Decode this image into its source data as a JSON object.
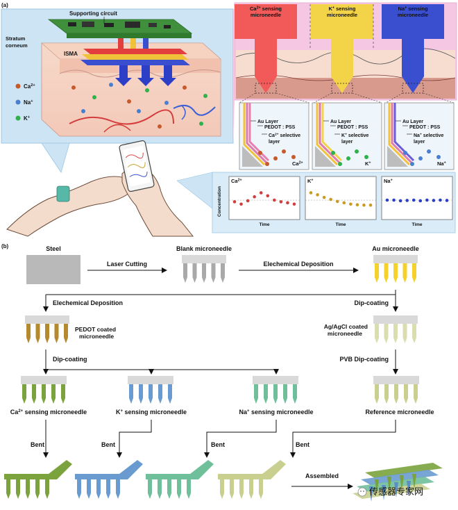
{
  "panel_a": {
    "label": "(a)",
    "skin": {
      "supporting_circuit": "Supporting circuit",
      "stratum": "Stratum",
      "corneum": "corneum",
      "isma": "ISMA",
      "ion_legend": [
        {
          "base": "Ca",
          "sup": "2+",
          "color": "#c85a2a"
        },
        {
          "base": "Na",
          "sup": "+",
          "color": "#4a7fd0"
        },
        {
          "base": "K",
          "sup": "+",
          "color": "#2fb24a"
        }
      ]
    },
    "needles": [
      {
        "base": "Ca",
        "sup": "2+",
        "line2": "sensing",
        "line3": "microneedle",
        "color": "#f25a5a"
      },
      {
        "base": "K",
        "sup": "+",
        "line2": "sensing",
        "line3": "microneedle",
        "color": "#f3d348"
      },
      {
        "base": "Na",
        "sup": "+",
        "line2": "sensing",
        "line3": "microneedle",
        "color": "#3a4fd0"
      }
    ],
    "details": [
      {
        "au": "Au Layer",
        "pedot": "PEDOT : PSS",
        "sel1_base": "Ca",
        "sel1_sup": "2+",
        "sel1_rest": " selective",
        "sel2": "layer",
        "ion_base": "Ca",
        "ion_sup": "2+",
        "color": "#e77fb0"
      },
      {
        "au": "Au Layer",
        "pedot": "PEDOT : PSS",
        "sel1_base": "K",
        "sel1_sup": "+",
        "sel1_rest": " selective",
        "sel2": "layer",
        "ion_base": "K",
        "ion_sup": "+",
        "color": "#f3d348"
      },
      {
        "au": "Au Layer",
        "pedot": "PEDOT : PSS",
        "sel1_base": "Na",
        "sel1_sup": "+",
        "sel1_rest": " selective",
        "sel2": "layer",
        "ion_base": "Na",
        "ion_sup": "+",
        "color": "#6a5cd8"
      }
    ],
    "plots": {
      "ylabel": "Concentration",
      "xlabel": "Time",
      "panels": [
        {
          "base": "Ca",
          "sup": "2+",
          "color": "#cf3e3e",
          "values": [
            0.45,
            0.38,
            0.48,
            0.6,
            0.72,
            0.63,
            0.5,
            0.45,
            0.42,
            0.38
          ]
        },
        {
          "base": "K",
          "sup": "+",
          "color": "#c99b22",
          "values": [
            0.72,
            0.66,
            0.58,
            0.52,
            0.46,
            0.42,
            0.38,
            0.36,
            0.35,
            0.35
          ]
        },
        {
          "base": "Na",
          "sup": "+",
          "color": "#2c3fc4",
          "values": [
            0.5,
            0.5,
            0.48,
            0.49,
            0.5,
            0.48,
            0.5,
            0.49,
            0.5,
            0.49
          ]
        }
      ]
    }
  },
  "panel_b": {
    "label": "(b)",
    "nodes": {
      "steel": "Steel",
      "blank": "Blank microneedle",
      "au": "Au microneedle",
      "pedot1": "PEDOT coated",
      "pedot2": "microneedle",
      "ag1": "Ag/AgCl coated",
      "ag2": "microneedle",
      "ca_base": "Ca",
      "ca_sup": "2+",
      "ca_rest": " sensing microneedle",
      "k_base": "K",
      "k_sup": "+",
      "k_rest": " sensing microneedle",
      "na_base": "Na",
      "na_sup": "+",
      "na_rest": " sensing microneedle",
      "ref": "Reference microneedle"
    },
    "steps": {
      "laser": "Laser Cutting",
      "elechem_1": "Elechemical Deposition",
      "elechem_2": "Elechemical Deposition",
      "dip_1": "Dip-coating",
      "dip_2": "Dip-coating",
      "pvb": "PVB Dip-coating",
      "bent_1": "Bent",
      "bent_2": "Bent",
      "bent_3": "Bent",
      "bent_4": "Bent",
      "assembled": "Assembled"
    },
    "colors": {
      "steel": "#b9b9b9",
      "blank": "#a9a9a9",
      "au": "#f4d22b",
      "pedot": "#b58a2e",
      "agcl": "#d9ddb0",
      "ca": "#7aa33d",
      "k": "#6a9bd0",
      "na": "#6fbf9a",
      "ref": "#c9cf8f"
    }
  },
  "watermark": "传感器专家网"
}
